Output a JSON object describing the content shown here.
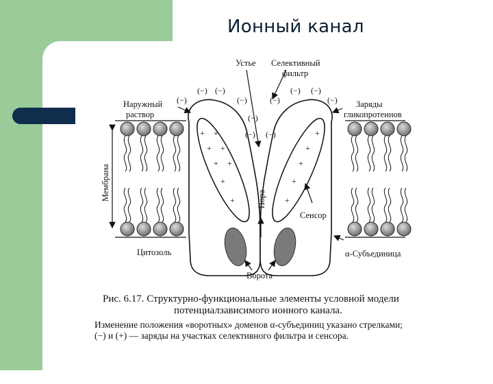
{
  "slide": {
    "title": "Ионный канал"
  },
  "figure": {
    "labels": {
      "mouth": "Устье",
      "selective_filter_1": "Селективный",
      "selective_filter_2": "фильтр",
      "outer_solution_1": "Наружный",
      "outer_solution_2": "раствор",
      "glyco_charges_1": "Заряды",
      "glyco_charges_2": "гликопротеинов",
      "membrane": "Мембрана",
      "pore": "Пора",
      "sensor": "Сенсор",
      "cytosol": "Цитозоль",
      "alpha_subunit": "α-Субъединица",
      "gate": "Ворота"
    },
    "negative_charge": "(−)",
    "positive_charge": "+"
  },
  "caption": {
    "line1": "Рис. 6.17. Структурно-функциональные элементы условной модели",
    "line2": "потенциалзависимого ионного канала.",
    "note1": "Изменение положения «воротных» доменов α-субъединиц указано стрелками;",
    "note2": "(−) и (+) — заряды на участках селективного фильтра и сенсора."
  },
  "colors": {
    "green_band": "#99cc99",
    "dark_tab": "#0f2e4d",
    "title": "#0a1f33",
    "lipid_head": "#8a8a8a",
    "gate": "#7a7a7a"
  }
}
